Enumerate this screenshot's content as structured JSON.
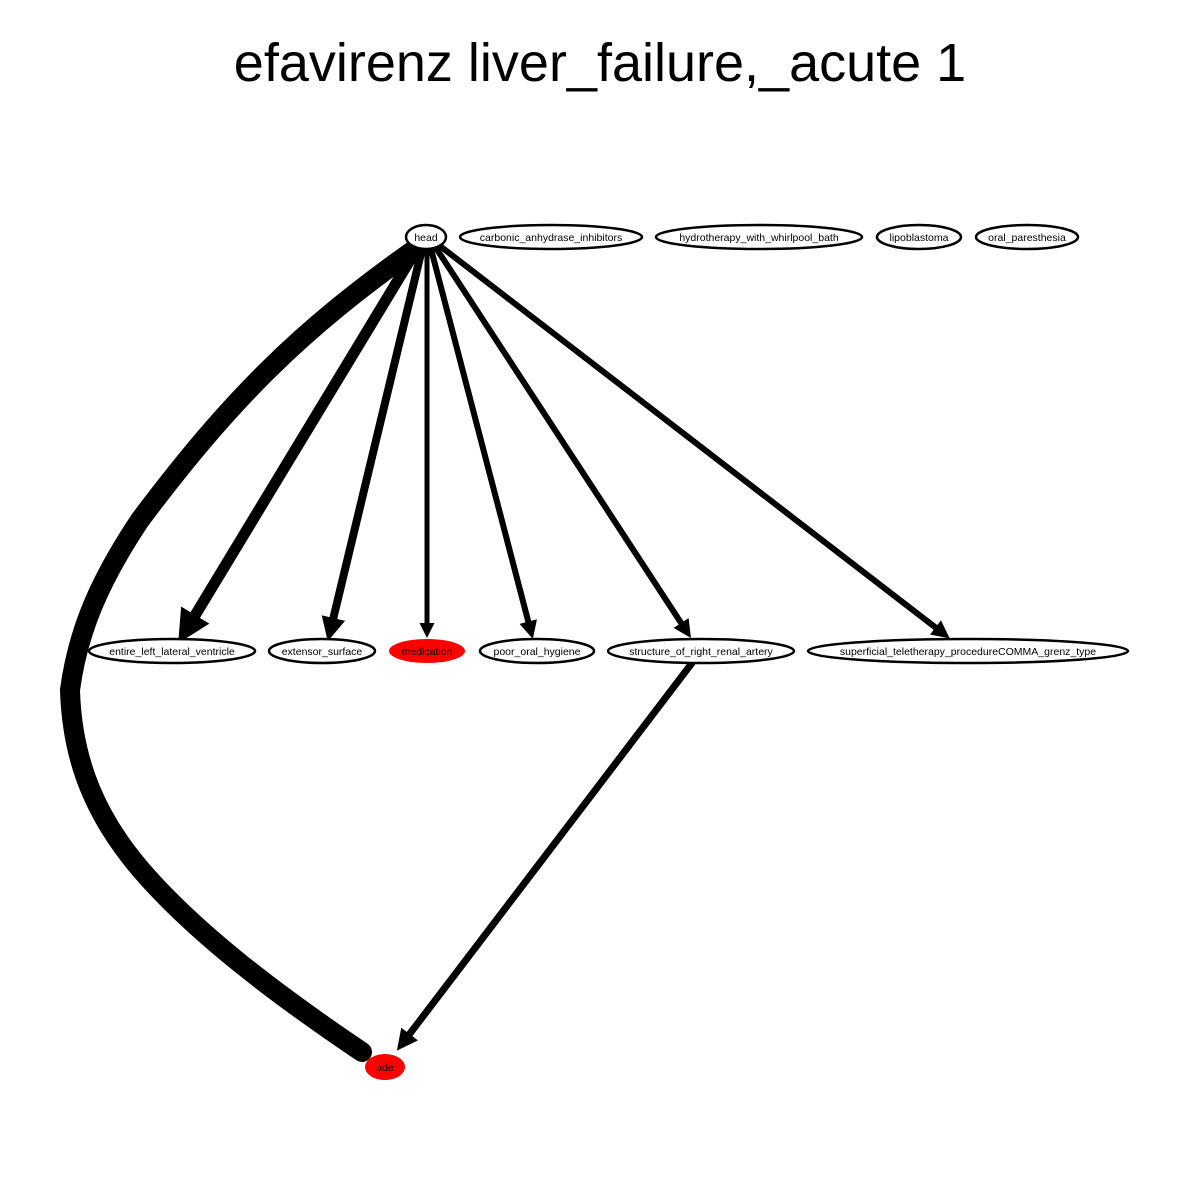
{
  "title": "efavirenz liver_failure,_acute 1",
  "colors": {
    "highlight": "#ff0000",
    "edge": "#000000",
    "node_fill": "#ffffff"
  },
  "graph": {
    "nodes": [
      {
        "id": "head",
        "label": "head",
        "fill": "#ffffff"
      },
      {
        "id": "carbonic",
        "label": "carbonic_anhydrase_inhibitors",
        "fill": "#ffffff"
      },
      {
        "id": "hydro",
        "label": "hydrotherapy_with_whirlpool_bath",
        "fill": "#ffffff"
      },
      {
        "id": "lipo",
        "label": "lipoblastoma",
        "fill": "#ffffff"
      },
      {
        "id": "oral",
        "label": "oral_paresthesia",
        "fill": "#ffffff"
      },
      {
        "id": "elv",
        "label": "entire_left_lateral_ventricle",
        "fill": "#ffffff"
      },
      {
        "id": "ext",
        "label": "extensor_surface",
        "fill": "#ffffff"
      },
      {
        "id": "med",
        "label": "medication",
        "fill": "#ff0000"
      },
      {
        "id": "poh",
        "label": "poor_oral_hygiene",
        "fill": "#ffffff"
      },
      {
        "id": "srra",
        "label": "structure_of_right_renal_artery",
        "fill": "#ffffff"
      },
      {
        "id": "stp",
        "label": "superficial_teletherapy_procedureCOMMA_grenz_type",
        "fill": "#ffffff"
      },
      {
        "id": "ade",
        "label": "ade",
        "fill": "#ff0000"
      }
    ],
    "edges": [
      {
        "from": "head",
        "to": "ade",
        "weight": 5
      },
      {
        "from": "head",
        "to": "elv",
        "weight": 3
      },
      {
        "from": "head",
        "to": "ext",
        "weight": 2
      },
      {
        "from": "head",
        "to": "med",
        "weight": 1
      },
      {
        "from": "head",
        "to": "poh",
        "weight": 1
      },
      {
        "from": "head",
        "to": "srra",
        "weight": 1
      },
      {
        "from": "head",
        "to": "stp",
        "weight": 1
      },
      {
        "from": "srra",
        "to": "ade",
        "weight": 1
      }
    ]
  }
}
